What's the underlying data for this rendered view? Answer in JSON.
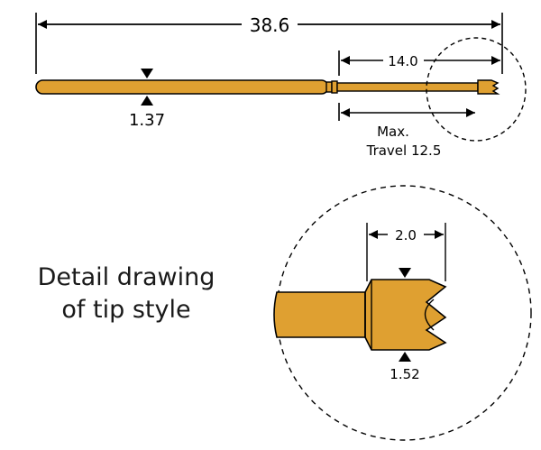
{
  "dimensions": {
    "overall_length": "38.6",
    "plunger_length": "14.0",
    "max_travel_line1": "Max.",
    "max_travel_line2": "Travel 12.5",
    "barrel_diameter": "1.37",
    "tip_length": "2.0",
    "tip_diameter": "1.52"
  },
  "caption": {
    "line1": "Detail drawing",
    "line2": "of tip style"
  },
  "colors": {
    "pin_fill": "#DFA031",
    "outline": "#000000",
    "background": "#FFFFFF"
  }
}
